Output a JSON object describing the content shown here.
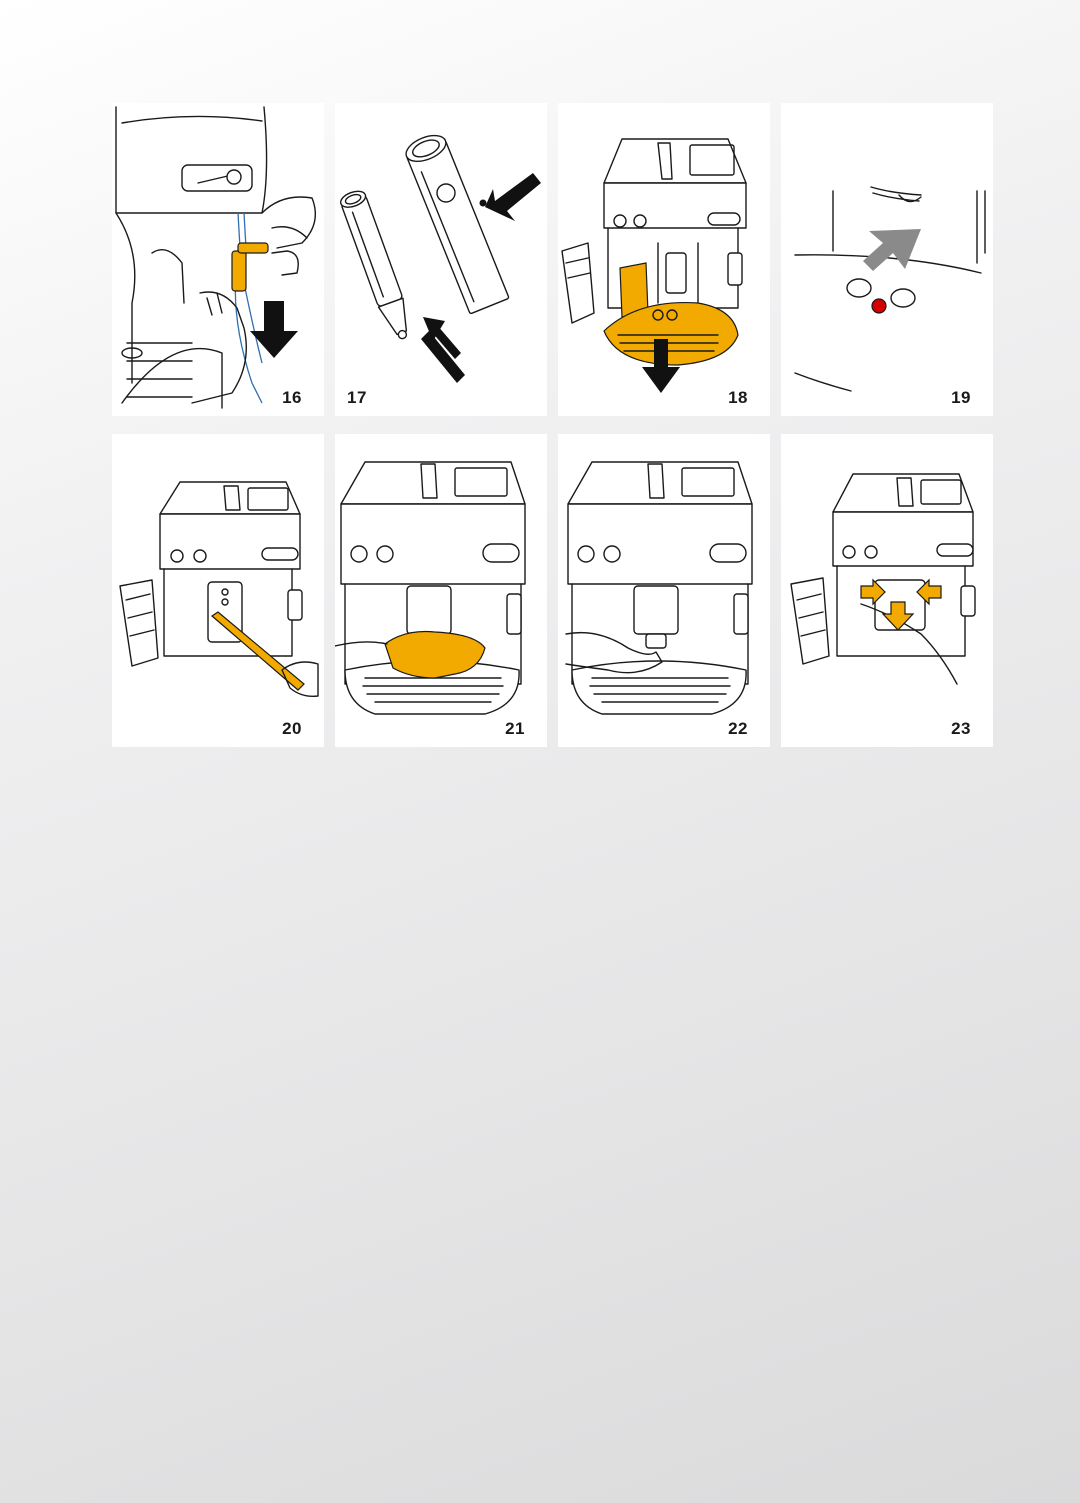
{
  "panels": [
    {
      "number": "16"
    },
    {
      "number": "17"
    },
    {
      "number": "18"
    },
    {
      "number": "19"
    },
    {
      "number": "20"
    },
    {
      "number": "21"
    },
    {
      "number": "22"
    },
    {
      "number": "23"
    }
  ],
  "colors": {
    "accent": "#f2a900",
    "line": "#1a1a1a",
    "indicator_red": "#d40000",
    "arrow_grey": "#8a8a8a",
    "hose_blue": "#2f6fb0"
  }
}
